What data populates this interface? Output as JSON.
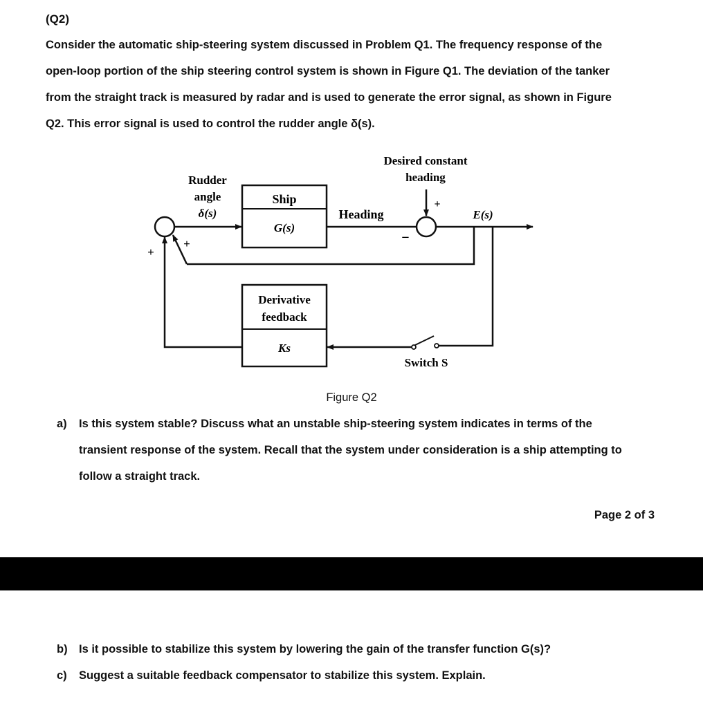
{
  "question_label": "(Q2)",
  "intro_lines": [
    "Consider the automatic ship-steering system discussed in Problem Q1. The frequency response of the",
    "open-loop portion of the ship steering control system is shown in Figure Q1. The deviation of the tanker",
    "from the straight track is measured by radar and is used to generate the error signal, as shown in Figure",
    "Q2. This error signal is used to control the rudder angle δ(s)."
  ],
  "diagram": {
    "rudder_label_lines": [
      "Rudder",
      "angle",
      "δ(s)"
    ],
    "ship_block": {
      "title": "Ship",
      "tf": "G(s)"
    },
    "heading_label": "Heading",
    "desired_label_lines": [
      "Desired constant",
      "heading"
    ],
    "error_label": "E(s)",
    "derivative_block": {
      "title_lines": [
        "Derivative",
        "feedback"
      ],
      "tf": "Ks"
    },
    "switch_label": "Switch S",
    "sign_plus": "+",
    "sign_minus": "−"
  },
  "figure_caption": "Figure Q2",
  "question_a": {
    "tag": "a)",
    "lines": [
      "Is this system stable? Discuss what an unstable ship-steering system indicates in terms of the",
      "transient response of the system. Recall that the system under consideration is a ship attempting to",
      "follow a straight track."
    ]
  },
  "page_number": "Page 2 of 3",
  "question_b": {
    "tag": "b)",
    "text": "Is it possible to stabilize this system by lowering the gain of the transfer function G(s)?"
  },
  "question_c": {
    "tag": "c)",
    "text": "Suggest a suitable feedback compensator to stabilize this system. Explain."
  }
}
